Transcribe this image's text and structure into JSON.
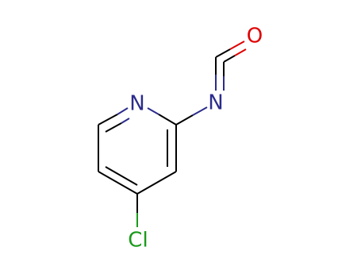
{
  "molecule": {
    "atoms": {
      "ring_n": {
        "label": "N",
        "color": "#2b2b8c"
      },
      "iso_n": {
        "label": "N",
        "color": "#2b2b8c"
      },
      "oxygen": {
        "label": "O",
        "color": "#e00000"
      },
      "chlorine": {
        "label": "Cl",
        "color": "#1a9a1a"
      }
    },
    "colors": {
      "bond": "#000000",
      "nitrogen": "#2b2b8c",
      "oxygen": "#e00000",
      "chlorine": "#1a9a1a"
    }
  }
}
